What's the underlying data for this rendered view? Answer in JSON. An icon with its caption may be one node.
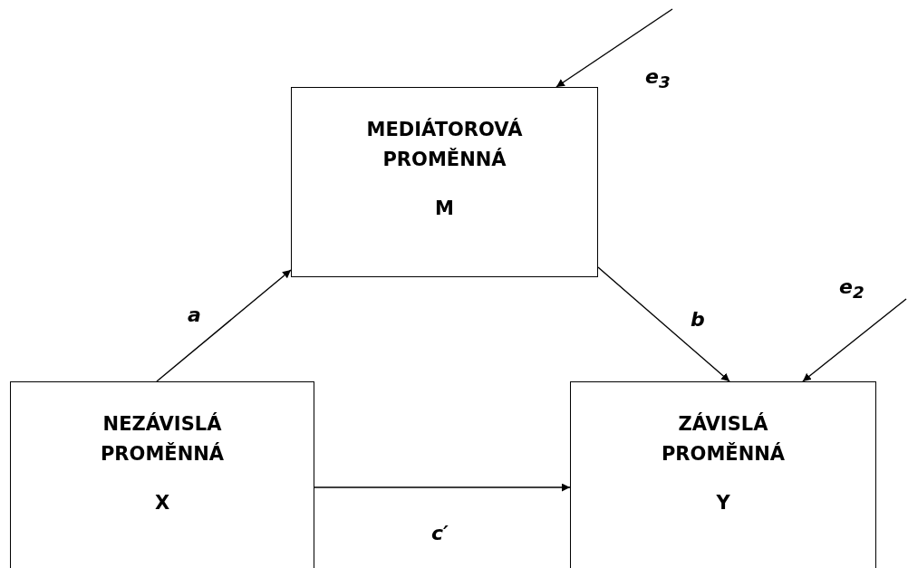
{
  "diagram": {
    "nodes": [
      {
        "text": [
          "MEDIÁTOROVÁ PROMĚNNÁ",
          "M"
        ]
      },
      {
        "text": [
          "NEZÁVISLÁ PROMĚNNÁ",
          "X"
        ]
      },
      {
        "text": [
          "ZÁVISLÁ PROMĚNNÁ",
          "Y"
        ]
      }
    ],
    "edges": [
      {
        "from": 1,
        "to": 0,
        "arrow": "to",
        "label": "a"
      },
      {
        "from": 0,
        "to": 2,
        "arrow": "to",
        "label": "b"
      },
      {
        "from": 1,
        "to": 2,
        "arrow": "to",
        "label": "c′"
      },
      {
        "from": null,
        "to": 0,
        "arrow": "to",
        "label": "e$_{3}$"
      },
      {
        "from": null,
        "to": 2,
        "arrow": "to",
        "label": "e$_{2}$"
      }
    ]
  }
}
